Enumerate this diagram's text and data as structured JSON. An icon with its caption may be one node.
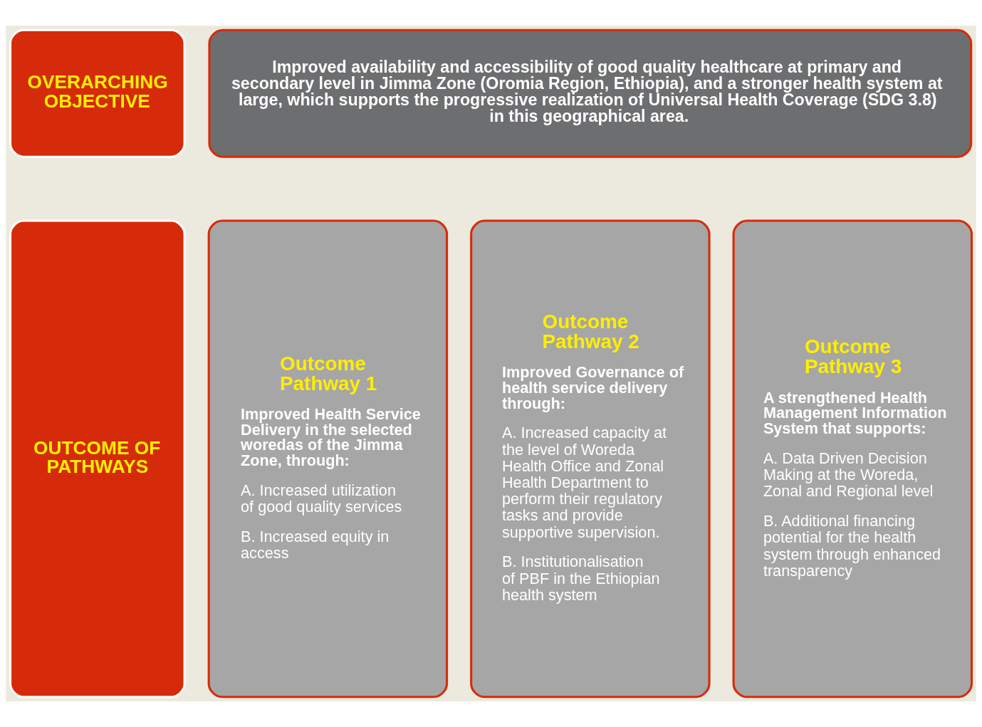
{
  "diagram": {
    "nodes": [
      {
        "text": [
          "OVERARCHING OBJECTIVE"
        ]
      },
      {
        "text": [
          "Improved availability and accessibility of good quality healthcare at primary and secondary level in Jimma Zone (Oromia Region, Ethiopia), and a stronger health system at large, which supports the progressive realization of Universal Health Coverage (SDG 3.8) in this geographical area."
        ]
      },
      {
        "text": [
          "OUTCOME OF PATHWAYS"
        ]
      },
      {
        "text": [
          "Outcome Pathway 1",
          "Improved Health Service Delivery in the selected woredas of the Jimma Zone, through:",
          "A. Increased utilization of good quality services",
          "B. Increased equity in access"
        ]
      },
      {
        "text": [
          "Outcome Pathway 2",
          "Improved Governance of health service delivery through:",
          "A. Increased capacity at the level of Woreda Health Office and Zonal Health Department to perform their regulatory tasks and provide supportive supervision.",
          "B. Institutionalisation of PBF in the Ethiopian health system"
        ]
      },
      {
        "text": [
          "Outcome Pathway 3",
          "A strengthened Health Management Information System that supports:",
          "A. Data Driven Decision Making at the Woreda, Zonal and Regional level",
          "B. Additional financing potential for the health system through enhanced transparency"
        ]
      }
    ],
    "edges": []
  }
}
